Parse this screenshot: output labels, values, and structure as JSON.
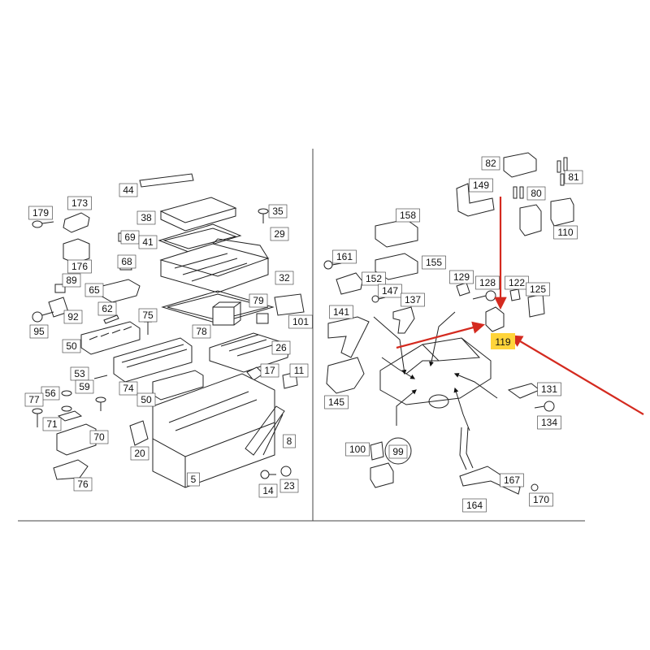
{
  "highlight": {
    "label": "119",
    "fill": "#ffd43a"
  },
  "arrow_color": "#d42a1f",
  "callouts": [
    "179",
    "173",
    "176",
    "69",
    "68",
    "44",
    "38",
    "41",
    "35",
    "29",
    "32",
    "89",
    "65",
    "92",
    "62",
    "75",
    "95",
    "50",
    "78",
    "79",
    "101",
    "26",
    "74",
    "53",
    "56",
    "59",
    "77",
    "71",
    "70",
    "76",
    "50",
    "17",
    "11",
    "20",
    "14",
    "23",
    "5",
    "8",
    "82",
    "81",
    "149",
    "80",
    "110",
    "158",
    "161",
    "155",
    "152",
    "147",
    "137",
    "129",
    "128",
    "122",
    "125",
    "141",
    "131",
    "134",
    "145",
    "100",
    "99",
    "167",
    "170",
    "164"
  ]
}
